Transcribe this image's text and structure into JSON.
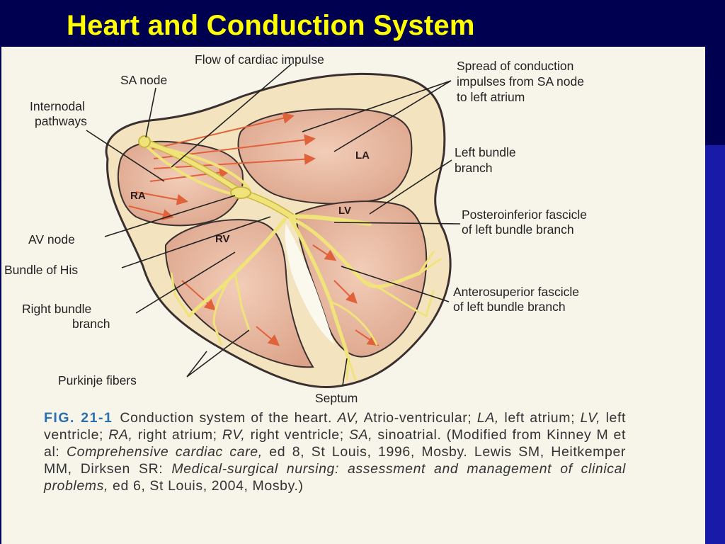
{
  "slide": {
    "title": "Heart and Conduction System"
  },
  "labels": {
    "flow": "Flow of cardiac impulse",
    "sa_node": "SA node",
    "internodal_1": "Internodal",
    "internodal_2": "pathways",
    "spread_1": "Spread of conduction",
    "spread_2": "impulses from SA node",
    "spread_3": "to left atrium",
    "lbb_1": "Left bundle",
    "lbb_2": "branch",
    "post_1": "Posteroinferior fascicle",
    "post_2": "of left bundle branch",
    "ant_1": "Anterosuperior fascicle",
    "ant_2": "of left bundle branch",
    "av_node": "AV node",
    "his": "Bundle of His",
    "rbb_1": "Right bundle",
    "rbb_2": "branch",
    "purkinje": "Purkinje fibers",
    "septum": "Septum"
  },
  "chambers": {
    "ra": "RA",
    "la": "LA",
    "lv": "LV",
    "rv": "RV"
  },
  "caption": {
    "fig": "FIG. 21-1",
    "p1": "Conduction system of the heart. ",
    "av": "AV,",
    "p2": " Atrio-ventricular; ",
    "la": "LA,",
    "p3": " left atrium; ",
    "lv": "LV,",
    "p4": " left ventricle; ",
    "ra": "RA,",
    "p5": " right atrium; ",
    "rv": "RV,",
    "p6": " right ventricle; ",
    "sa": "SA,",
    "p7": " sinoatrial. (Modified from Kinney M et al: ",
    "book1": "Comprehensive cardiac care,",
    "p8": " ed 8, St Louis, 1996, Mosby. Lewis SM, Heitkemper MM, Dirksen SR: ",
    "book2": "Medical-surgical nursing: assessment and management of clinical problems,",
    "p9": " ed 6, St Louis, 2004, Mosby.)"
  },
  "colors": {
    "background": "#00005a",
    "title": "#ffff00",
    "figure_bg": "#f7f4ea",
    "conduction": "#efe37a",
    "chamber": "#e8b9a0",
    "arrow": "#e0623a"
  }
}
